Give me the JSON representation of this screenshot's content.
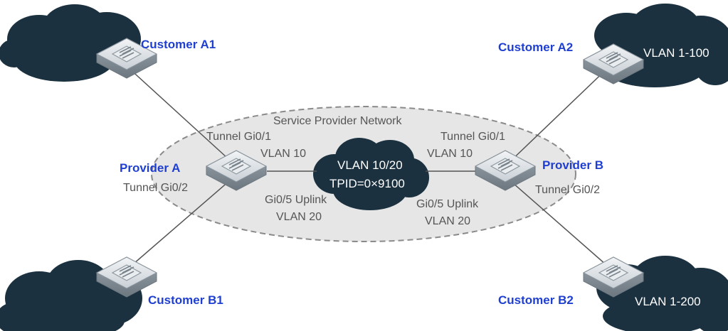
{
  "network": {
    "title": "Service Provider Network",
    "core_vlan": "VLAN 10/20",
    "core_tpid": "TPID=0×9100"
  },
  "customers": {
    "a1": {
      "name": "Customer A1"
    },
    "a2": {
      "name": "Customer A2",
      "vlan": "VLAN 1-100"
    },
    "b1": {
      "name": "Customer B1"
    },
    "b2": {
      "name": "Customer B2",
      "vlan": "VLAN 1-200"
    }
  },
  "providers": {
    "a": {
      "name": "Provider A",
      "tunnel1": "Tunnel Gi0/1",
      "tunnel1_vlan": "VLAN 10",
      "tunnel2": "Tunnel Gi0/2",
      "uplink": "Gi0/5 Uplink",
      "uplink_vlan": "VLAN 20"
    },
    "b": {
      "name": "Provider B",
      "tunnel1": "Tunnel Gi0/1",
      "tunnel1_vlan": "VLAN 10",
      "tunnel2": "Tunnel Gi0/2",
      "uplink": "Gi0/5 Uplink",
      "uplink_vlan": "VLAN 20"
    }
  },
  "colors": {
    "cloud": "#1b3140",
    "label_blue": "#1f3fd0",
    "ellipse_fill": "#e6e6e6",
    "switch_top": "#dfe4e8",
    "link": "#555555"
  }
}
